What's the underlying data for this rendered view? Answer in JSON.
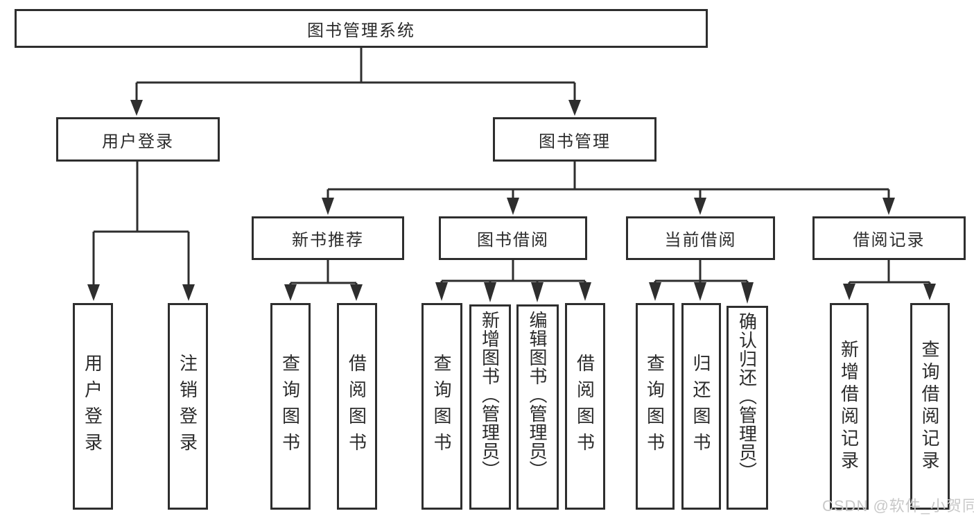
{
  "diagram": {
    "root": {
      "label": "图书管理系统"
    },
    "branches": [
      {
        "label": "用户登录",
        "children": [
          {
            "label": "用户登录"
          },
          {
            "label": "注销登录"
          }
        ]
      },
      {
        "label": "图书管理",
        "children": [
          {
            "label": "新书推荐",
            "children": [
              {
                "label": "查询图书"
              },
              {
                "label": "借阅图书"
              }
            ]
          },
          {
            "label": "图书借阅",
            "children": [
              {
                "label": "查询图书"
              },
              {
                "label": "新增图书（管理员）"
              },
              {
                "label": "编辑图书（管理员）"
              },
              {
                "label": "借阅图书"
              }
            ]
          },
          {
            "label": "当前借阅",
            "children": [
              {
                "label": "查询图书"
              },
              {
                "label": "归还图书"
              },
              {
                "label": "确认归还（管理员）"
              }
            ]
          },
          {
            "label": "借阅记录",
            "children": [
              {
                "label": "新增借阅记录"
              },
              {
                "label": "查询借阅记录"
              }
            ]
          }
        ]
      }
    ]
  },
  "watermark": {
    "text": "CSDN @软件_小贺同学"
  },
  "colors": {
    "line": "#2e2e2e",
    "text": "#2b2b2b",
    "watermark": "#c8c8c8",
    "background": "#ffffff"
  }
}
